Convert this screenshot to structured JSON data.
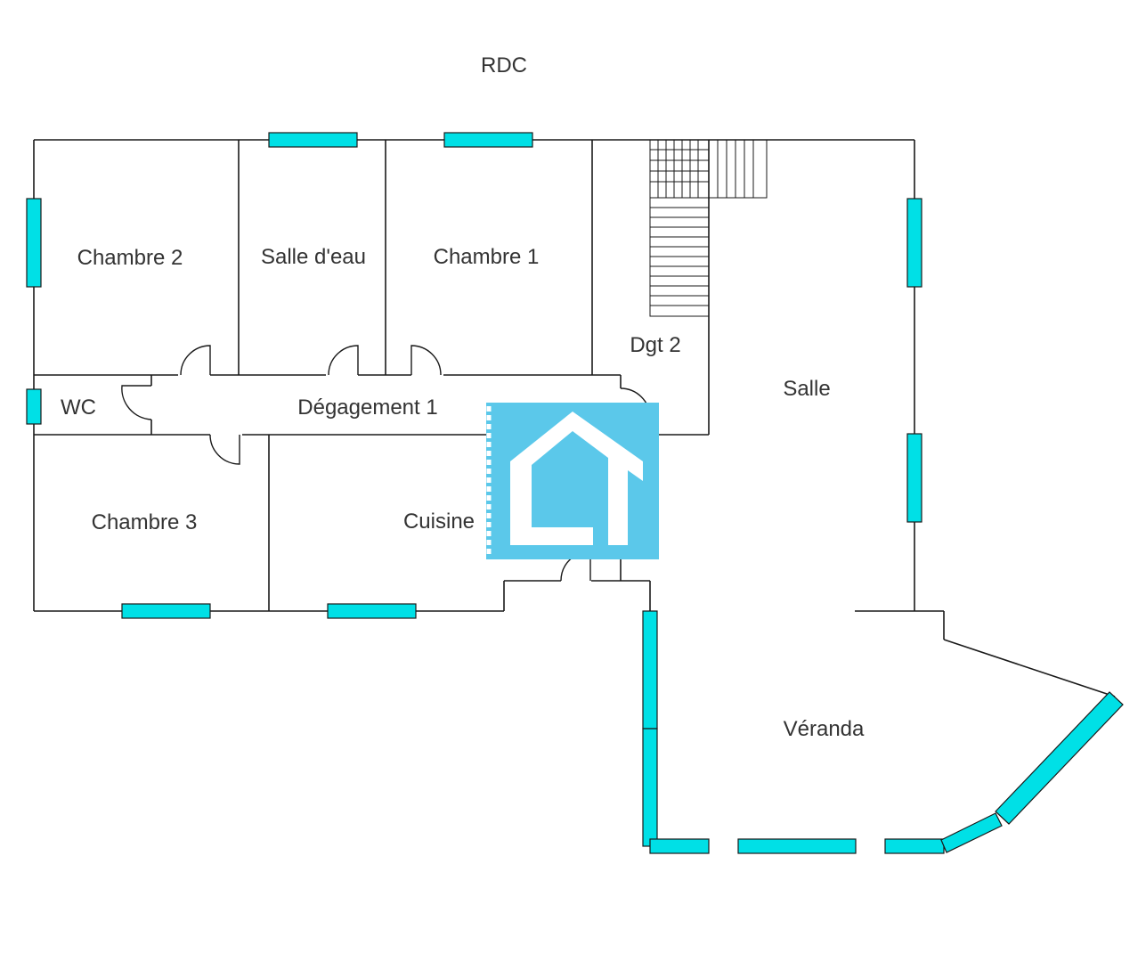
{
  "title": "RDC",
  "colors": {
    "window": "#00e0e6",
    "wall": "#1a1a1a",
    "label": "#333333",
    "logo": "#5bc8ea"
  },
  "rooms": {
    "chambre_2": "Chambre 2",
    "salle_deau": "Salle d'eau",
    "chambre_1": "Chambre 1",
    "dgt_2": "Dgt 2",
    "salle": "Salle",
    "wc": "WC",
    "degagement_1": "Dégagement 1",
    "chambre_3": "Chambre 3",
    "cuisine": "Cuisine",
    "veranda": "Véranda"
  },
  "watermark": {
    "icon": "house-logo-icon"
  }
}
